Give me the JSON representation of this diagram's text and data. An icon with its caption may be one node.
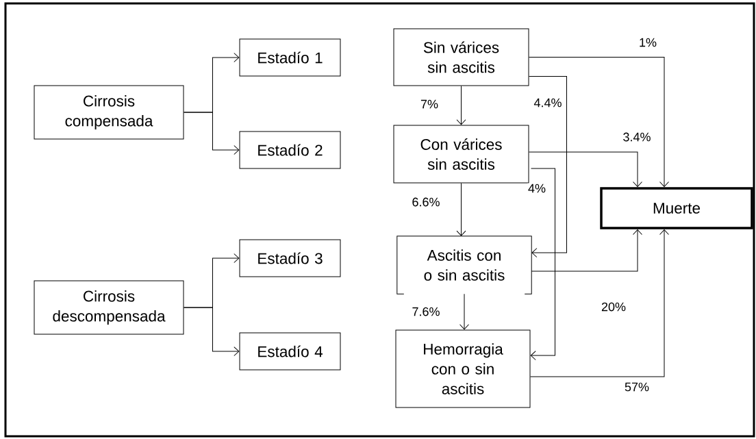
{
  "diagram": {
    "nodes": [
      {
        "text": [
          "Cirrosis compensada"
        ]
      },
      {
        "text": [
          "Estadío 1"
        ]
      },
      {
        "text": [
          "Estadío 2"
        ]
      },
      {
        "text": [
          "Cirrosis descompensada"
        ]
      },
      {
        "text": [
          "Estadío 3"
        ]
      },
      {
        "text": [
          "Estadío 4"
        ]
      },
      {
        "text": [
          "Sin várices sin ascitis"
        ]
      },
      {
        "text": [
          "Con várices sin ascitis"
        ]
      },
      {
        "text": [
          "Ascitis con o sin ascitis"
        ]
      },
      {
        "text": [
          "Hemorragia con o sin ascitis"
        ]
      },
      {
        "text": [
          "Muerte"
        ]
      }
    ],
    "edges": [
      {
        "from": 0,
        "to": 1,
        "arrow": "to"
      },
      {
        "from": 0,
        "to": 2,
        "arrow": "to"
      },
      {
        "from": 3,
        "to": 4,
        "arrow": "to"
      },
      {
        "from": 3,
        "to": 5,
        "arrow": "to"
      },
      {
        "from": 6,
        "to": 7,
        "arrow": "to",
        "label": "7%"
      },
      {
        "from": 7,
        "to": 8,
        "arrow": "to",
        "label": "6.6%"
      },
      {
        "from": 8,
        "to": 9,
        "arrow": "to",
        "label": "7.6%"
      },
      {
        "from": 6,
        "to": 10,
        "arrow": "to",
        "label": "1%"
      },
      {
        "from": 6,
        "to": 8,
        "arrow": "to",
        "label": "4.4%"
      },
      {
        "from": 7,
        "to": 10,
        "arrow": "to",
        "label": "3.4%"
      },
      {
        "from": 7,
        "to": 9,
        "arrow": "to",
        "label": "4%"
      },
      {
        "from": 8,
        "to": 10,
        "arrow": "to",
        "label": "20%"
      },
      {
        "from": 9,
        "to": 10,
        "arrow": "to",
        "label": "57%"
      }
    ]
  }
}
